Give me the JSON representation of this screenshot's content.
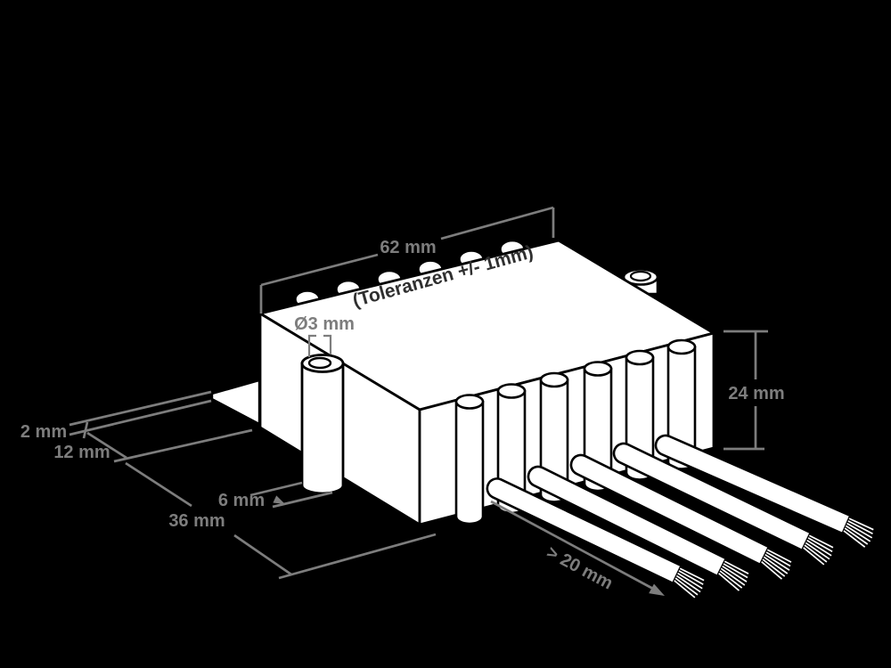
{
  "title": "Dimension drawing of potted electronic module with connection wires",
  "colors": {
    "background": "#000000",
    "outline": "#000000",
    "body_fill": "#ffffff",
    "dimension": "#7d7d7d",
    "note": "#2f2f2f"
  },
  "labels": {
    "length": "62 mm",
    "tolerance_note": "(Toleranzen +/- 1mm)",
    "hole_diameter": "Ø3 mm",
    "height": "24 mm",
    "flange_thickness": "2 mm",
    "flange_offset": "12 mm",
    "depth": "36 mm",
    "post_diameter": "6 mm",
    "wire_strip_length": "> 20 mm"
  },
  "counts": {
    "wires": 5,
    "side_ribs": 6,
    "top_pins": 6,
    "mounting_posts": 2
  }
}
